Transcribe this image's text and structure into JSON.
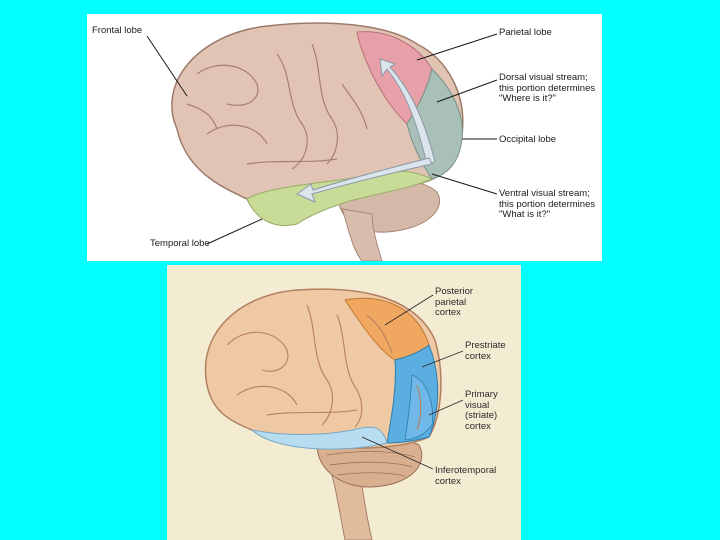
{
  "top_diagram": {
    "labels": {
      "frontal": "Frontal lobe",
      "parietal": "Parietal lobe",
      "dorsal": "Dorsal visual stream;\nthis portion determines\n\"Where is it?\"",
      "occipital": "Occipital lobe",
      "ventral": "Ventral visual stream;\nthis portion determines\n\"What is it?\"",
      "temporal": "Temporal lobe"
    },
    "colors": {
      "brain": "#e2c4b4",
      "parietal": "#e8a0a8",
      "occipital": "#a8c0b8",
      "temporal": "#c8dc98",
      "cerebellum": "#d4b8a8",
      "arrow": "#dce4ec"
    }
  },
  "bottom_diagram": {
    "labels": {
      "posterior": "Posterior\nparietal\ncortex",
      "prestriate": "Prestriate\ncortex",
      "primary": "Primary\nvisual\n(striate)\ncortex",
      "inferotemporal": "Inferotemporal\ncortex"
    },
    "colors": {
      "brain": "#efc8a4",
      "posterior": "#f0a860",
      "prestriate": "#5aaee0",
      "primary": "#70b8e8",
      "inferotemporal": "#b8dcf0",
      "cerebellum": "#d8b090",
      "background": "#f4ecd2"
    }
  }
}
